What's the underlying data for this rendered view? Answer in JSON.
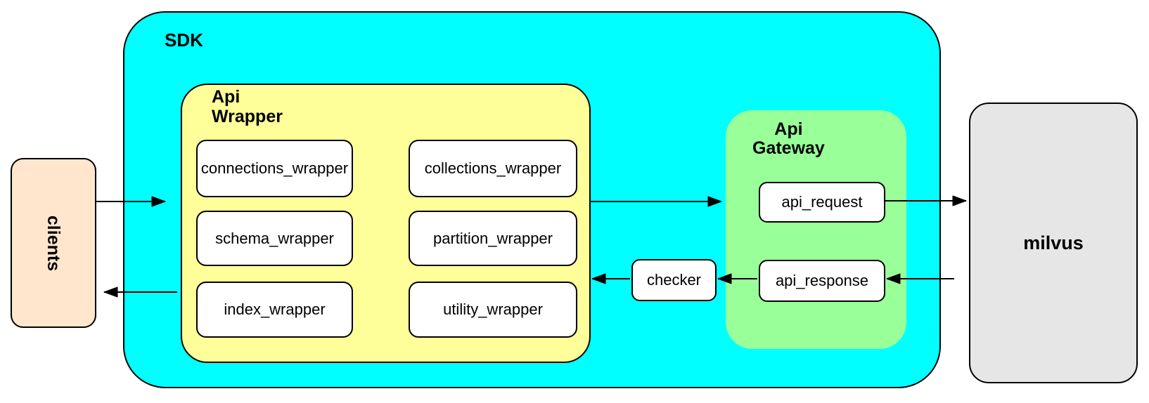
{
  "diagram_type": "architecture-diagram",
  "colors": {
    "sdk_fill": "#00FFFF",
    "api_wrapper_fill": "#FFFF99",
    "api_gateway_fill": "#99FF99",
    "clients_fill": "#FFE6CC",
    "milvus_fill": "#E6E6E6",
    "box_fill": "#FFFFFF",
    "stroke": "#000000"
  },
  "nodes": {
    "clients": {
      "label": "clients",
      "fill": "#FFE6CC"
    },
    "sdk": {
      "label": "SDK",
      "fill": "#00FFFF"
    },
    "api_wrapper": {
      "label": "Api\nWrapper",
      "fill": "#FFFF99"
    },
    "wrappers": [
      {
        "label": "connections_wrapper"
      },
      {
        "label": "collections_wrapper"
      },
      {
        "label": "schema_wrapper"
      },
      {
        "label": "partition_wrapper"
      },
      {
        "label": "index_wrapper"
      },
      {
        "label": "utility_wrapper"
      }
    ],
    "checker": {
      "label": "checker",
      "fill": "#FFFFFF"
    },
    "api_gateway": {
      "label": "Api\nGateway",
      "fill": "#99FF99"
    },
    "api_request": {
      "label": "api_request",
      "fill": "#FFFFFF"
    },
    "api_response": {
      "label": "api_response",
      "fill": "#FFFFFF"
    },
    "milvus": {
      "label": "milvus",
      "fill": "#E6E6E6"
    }
  },
  "edges": [
    {
      "from": "clients",
      "to": "SDK"
    },
    {
      "from": "Api Wrapper",
      "to": "api_request"
    },
    {
      "from": "api_request",
      "to": "milvus"
    },
    {
      "from": "milvus",
      "to": "api_response"
    },
    {
      "from": "api_response",
      "to": "checker"
    },
    {
      "from": "checker",
      "to": "Api Wrapper"
    },
    {
      "from": "SDK",
      "to": "clients"
    }
  ]
}
